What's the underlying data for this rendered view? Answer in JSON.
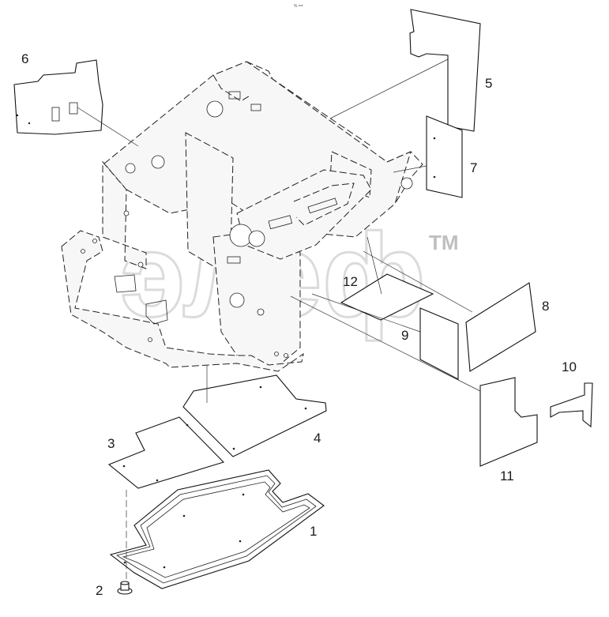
{
  "header": {
    "stamp": "% =="
  },
  "watermark": {
    "text": "элеф",
    "trademark": "TM",
    "color": "#c0c0c0"
  },
  "callouts": {
    "p1": "1",
    "p2": "2",
    "p3": "3",
    "p4": "4",
    "p5": "5",
    "p6": "6",
    "p7": "7",
    "p8": "8",
    "p9": "9",
    "p10": "10",
    "p11": "11",
    "p12": "12"
  },
  "colors": {
    "line": "#111111",
    "background": "#ffffff"
  }
}
